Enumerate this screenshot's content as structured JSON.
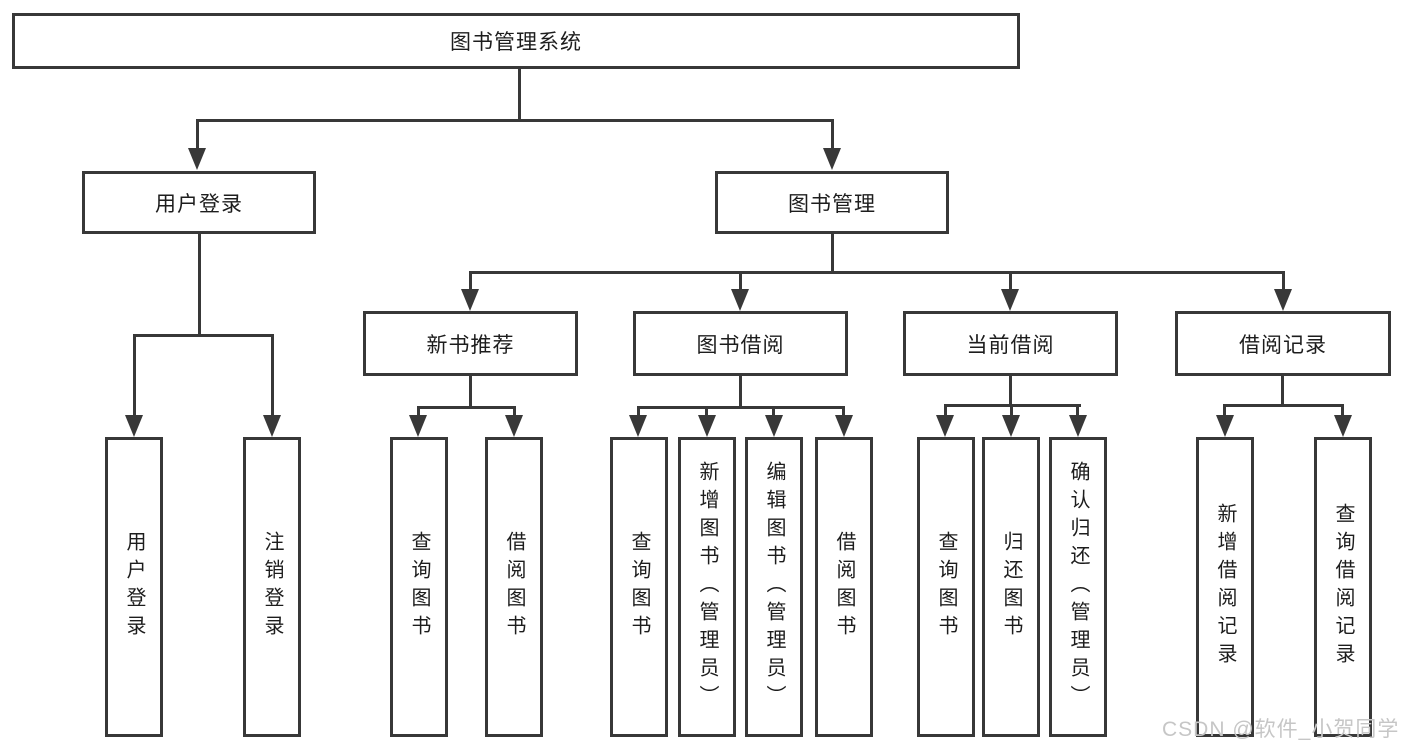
{
  "diagram": {
    "type": "tree-diagram",
    "root": {
      "label": "图书管理系统"
    },
    "level2": {
      "user_login": {
        "label": "用户登录"
      },
      "book_management": {
        "label": "图书管理"
      }
    },
    "level3": {
      "new_book_recommend": {
        "label": "新书推荐"
      },
      "book_borrow": {
        "label": "图书借阅"
      },
      "current_borrow": {
        "label": "当前借阅"
      },
      "borrow_records": {
        "label": "借阅记录"
      }
    },
    "leaves": {
      "user_login": {
        "label": "用户登录"
      },
      "logout": {
        "label": "注销登录"
      },
      "recommend_query_book": {
        "label": "查询图书"
      },
      "recommend_borrow_book": {
        "label": "借阅图书"
      },
      "borrow_query_book": {
        "label": "查询图书"
      },
      "borrow_add_book": {
        "label": "新增图书（管理员）"
      },
      "borrow_edit_book": {
        "label": "编辑图书（管理员）"
      },
      "borrow_borrow_book": {
        "label": "借阅图书"
      },
      "current_query_book": {
        "label": "查询图书"
      },
      "current_return_book": {
        "label": "归还图书"
      },
      "current_confirm_return": {
        "label": "确认归还（管理员）"
      },
      "records_add_record": {
        "label": "新增借阅记录"
      },
      "records_query_record": {
        "label": "查询借阅记录"
      }
    },
    "hierarchy": {
      "图书管理系统": [
        "用户登录",
        "图书管理"
      ],
      "用户登录": [
        "用户登录",
        "注销登录"
      ],
      "图书管理": [
        "新书推荐",
        "图书借阅",
        "当前借阅",
        "借阅记录"
      ],
      "新书推荐": [
        "查询图书",
        "借阅图书"
      ],
      "图书借阅": [
        "查询图书",
        "新增图书（管理员）",
        "编辑图书（管理员）",
        "借阅图书"
      ],
      "当前借阅": [
        "查询图书",
        "归还图书",
        "确认归还（管理员）"
      ],
      "借阅记录": [
        "新增借阅记录",
        "查询借阅记录"
      ]
    },
    "watermark": "CSDN @软件_小贺同学",
    "colors": {
      "line": "#383838",
      "box_border": "#383838",
      "text": "#1d1d1d",
      "background": "#ffffff",
      "watermark": "#c6c6c6"
    }
  }
}
